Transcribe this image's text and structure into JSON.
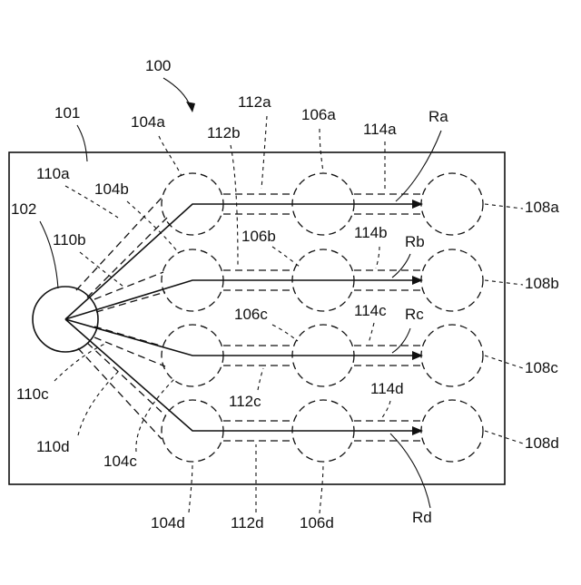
{
  "figure_ref": "100",
  "labels": {
    "substrate": "101",
    "source": "102",
    "first_column": [
      "104a",
      "104b",
      "104c",
      "104d"
    ],
    "second_column": [
      "106a",
      "106b",
      "106c",
      "106d"
    ],
    "third_column": [
      "108a",
      "108b",
      "108c",
      "108d"
    ],
    "source_paths": [
      "110a",
      "110b",
      "110c",
      "110d"
    ],
    "middle_paths": [
      "112a",
      "112b",
      "112c",
      "112d"
    ],
    "end_paths": [
      "114a",
      "114b",
      "114c",
      "114d"
    ],
    "rays": [
      "Ra",
      "Rb",
      "Rc",
      "Rd"
    ]
  }
}
